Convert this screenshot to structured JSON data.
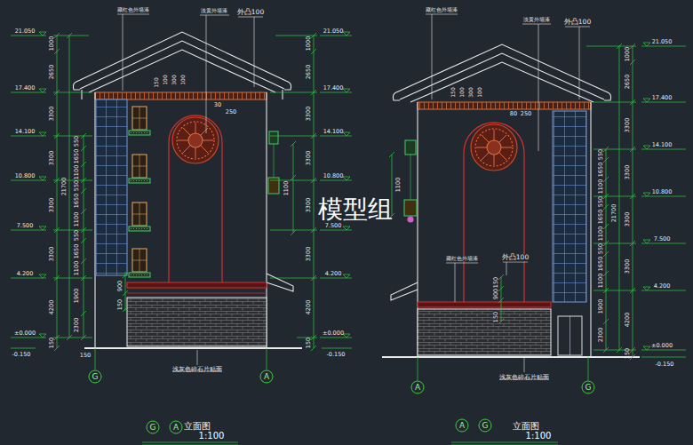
{
  "diagram": {
    "nodes": [
      {
        "text": [
          "G"
        ]
      },
      {
        "text": [
          "A"
        ]
      },
      {
        "text": [
          "A"
        ]
      },
      {
        "text": [
          "G"
        ]
      },
      {
        "text": [
          "G"
        ]
      },
      {
        "text": [
          "A"
        ]
      },
      {
        "text": [
          "A"
        ]
      },
      {
        "text": [
          "G"
        ]
      }
    ],
    "labels": [
      "藏红色外墙漆",
      "淡黄外墙漆",
      "外凸100",
      "21.050",
      "17.400",
      "14.100",
      "10.800",
      "7.500",
      "4.200",
      "±0.000",
      "-0.150",
      "1000",
      "2650",
      "3300",
      "3300",
      "3300",
      "3300",
      "4200",
      "21700",
      "550",
      "1650",
      "1100",
      "550",
      "1650",
      "1100",
      "550",
      "1650",
      "1100",
      "1900",
      "2300",
      "150",
      "150",
      "100",
      "300",
      "100",
      "30",
      "250",
      "1100",
      "900",
      "150",
      "150",
      "1000",
      "2650",
      "3300",
      "3300",
      "3300",
      "3300",
      "4200",
      "150",
      "21.050",
      "17.400",
      "14.100",
      "10.800",
      "7.500",
      "4.200",
      "±0.000",
      "-0.150",
      "浅灰色碎石片贴面",
      "藏红色外墙漆",
      "淡黄外墙漆",
      "外凸100",
      "150",
      "100",
      "300",
      "100",
      "80",
      "250",
      "1100",
      "藏红色外墙漆",
      "外凸100",
      "150",
      "900",
      "150",
      "1000",
      "2650",
      "3300",
      "3300",
      "3300",
      "3300",
      "4200",
      "150",
      "21700",
      "550",
      "1650",
      "1100",
      "550",
      "1650",
      "1100",
      "550",
      "1650",
      "1100",
      "1900",
      "2300",
      "21.050",
      "17.400",
      "14.100",
      "10.800",
      "7.500",
      "4.200",
      "±0.000",
      "-0.150",
      "浅灰色碎石片贴面",
      "立面图",
      "1:100",
      "立面图",
      "1:100",
      "模型组"
    ]
  }
}
